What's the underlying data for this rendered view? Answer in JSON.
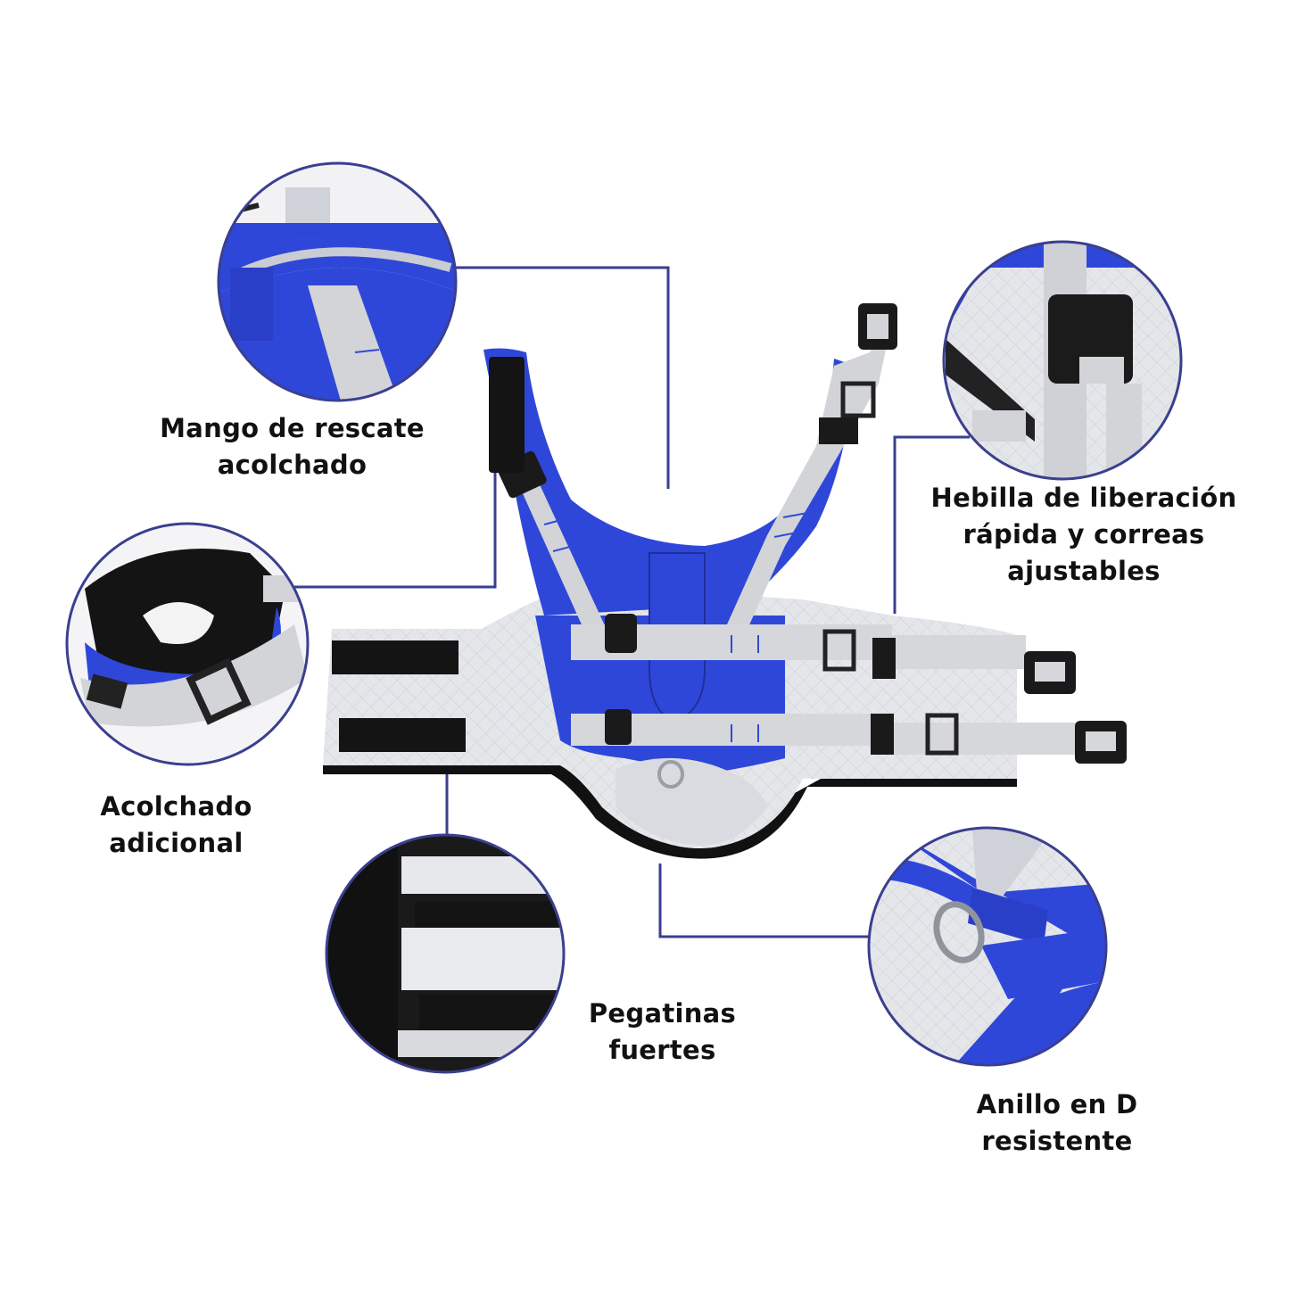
{
  "colors": {
    "accent_blue": "#2f47d8",
    "connector_line": "#3a3f8f",
    "strap_grey": "#d2d4d8",
    "fabric_silver": "#e6e8ec",
    "velcro_black": "#141414"
  },
  "callouts": [
    {
      "id": "handle",
      "lines": [
        "Mango de rescate",
        "acolchado"
      ]
    },
    {
      "id": "buckle",
      "lines": [
        "Hebilla de liberación",
        "rápida y correas",
        "ajustables"
      ]
    },
    {
      "id": "padding",
      "lines": [
        "Acolchado",
        "adicional"
      ]
    },
    {
      "id": "velcro",
      "lines": [
        "Pegatinas",
        "fuertes"
      ]
    },
    {
      "id": "dring",
      "lines": [
        "Anillo en D",
        "resistente"
      ]
    }
  ],
  "icons": [
    "handle-detail-photo",
    "buckle-detail-photo",
    "padding-detail-photo",
    "velcro-detail-photo",
    "d-ring-detail-photo",
    "harness-product-photo"
  ]
}
